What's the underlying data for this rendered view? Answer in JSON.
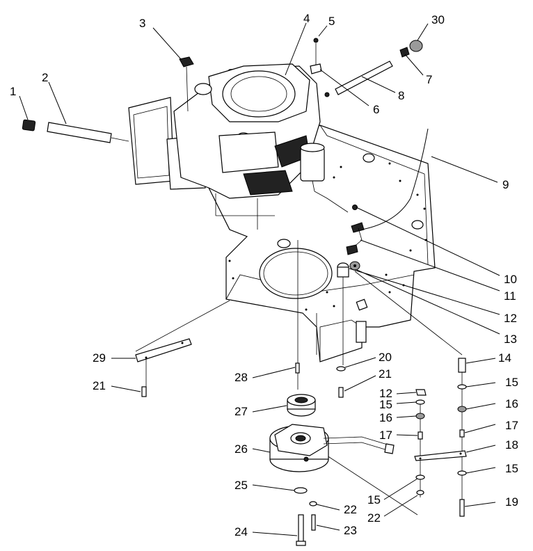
{
  "callouts": [
    {
      "id": "1",
      "text": "1"
    },
    {
      "id": "2",
      "text": "2"
    },
    {
      "id": "3",
      "text": "3"
    },
    {
      "id": "4",
      "text": "4"
    },
    {
      "id": "5",
      "text": "5"
    },
    {
      "id": "30",
      "text": "30"
    },
    {
      "id": "7",
      "text": "7"
    },
    {
      "id": "8",
      "text": "8"
    },
    {
      "id": "6",
      "text": "6"
    },
    {
      "id": "9",
      "text": "9"
    },
    {
      "id": "10",
      "text": "10"
    },
    {
      "id": "11",
      "text": "11"
    },
    {
      "id": "12a",
      "text": "12"
    },
    {
      "id": "13",
      "text": "13"
    },
    {
      "id": "14",
      "text": "14"
    },
    {
      "id": "29",
      "text": "29"
    },
    {
      "id": "20",
      "text": "20"
    },
    {
      "id": "28",
      "text": "28"
    },
    {
      "id": "21a",
      "text": "21"
    },
    {
      "id": "21b",
      "text": "21"
    },
    {
      "id": "12b",
      "text": "12"
    },
    {
      "id": "15a",
      "text": "15"
    },
    {
      "id": "15b",
      "text": "15"
    },
    {
      "id": "16a",
      "text": "16"
    },
    {
      "id": "16b",
      "text": "16"
    },
    {
      "id": "27",
      "text": "27"
    },
    {
      "id": "17a",
      "text": "17"
    },
    {
      "id": "17b",
      "text": "17"
    },
    {
      "id": "18",
      "text": "18"
    },
    {
      "id": "26",
      "text": "26"
    },
    {
      "id": "15c",
      "text": "15"
    },
    {
      "id": "25",
      "text": "25"
    },
    {
      "id": "15d",
      "text": "15"
    },
    {
      "id": "19",
      "text": "19"
    },
    {
      "id": "22a",
      "text": "22"
    },
    {
      "id": "22b",
      "text": "22"
    },
    {
      "id": "24",
      "text": "24"
    },
    {
      "id": "23",
      "text": "23"
    }
  ]
}
